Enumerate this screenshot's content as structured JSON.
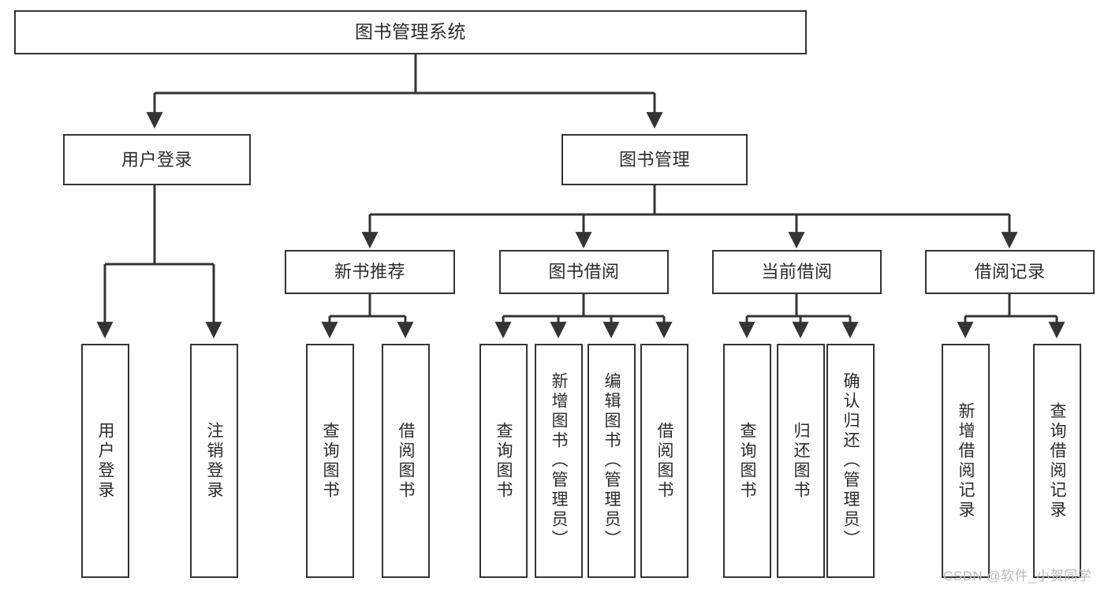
{
  "diagram": {
    "type": "tree",
    "title": "图书管理系统",
    "orientation": "top-down",
    "colors": {
      "box_stroke": "#343434",
      "box_fill": "#ffffff",
      "edge_stroke": "#343434",
      "text": "#2b2b2b",
      "watermark": "#b9b9b9"
    },
    "root": {
      "label": "图书管理系统"
    },
    "level1": [
      {
        "label": "用户登录"
      },
      {
        "label": "图书管理"
      }
    ],
    "level2": [
      {
        "label": "新书推荐"
      },
      {
        "label": "图书借阅"
      },
      {
        "label": "当前借阅"
      },
      {
        "label": "借阅记录"
      }
    ],
    "leaves": {
      "user_login": [
        {
          "label": "用户登录"
        },
        {
          "label": "注销登录"
        }
      ],
      "new_book_recommend": [
        {
          "label": "查询图书"
        },
        {
          "label": "借阅图书"
        }
      ],
      "book_borrow": [
        {
          "label": "查询图书"
        },
        {
          "label": "新增图书（管理员）"
        },
        {
          "label": "编辑图书（管理员）"
        },
        {
          "label": "借阅图书"
        }
      ],
      "current_borrow": [
        {
          "label": "查询图书"
        },
        {
          "label": "归还图书"
        },
        {
          "label": "确认归还（管理员）"
        }
      ],
      "borrow_records": [
        {
          "label": "新增借阅记录"
        },
        {
          "label": "查询借阅记录"
        }
      ]
    }
  },
  "watermark": {
    "text": "CSDN @软件_小贺同学"
  }
}
